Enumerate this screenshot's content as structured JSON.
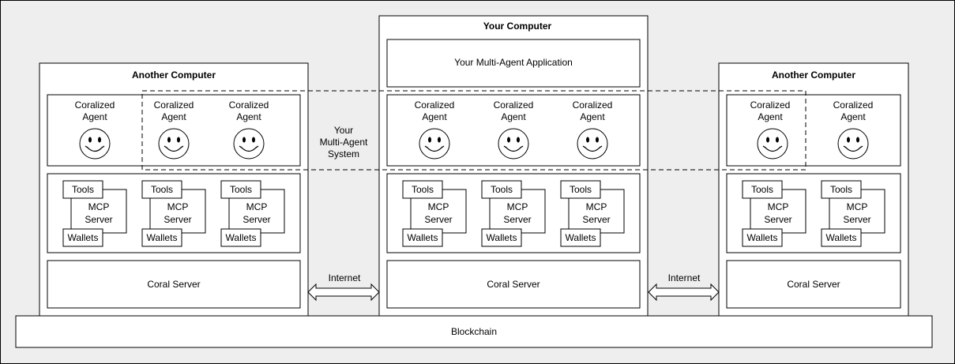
{
  "colors": {
    "background": "#eeeeee",
    "box_fill": "#ffffff",
    "stroke": "#000000"
  },
  "computers": {
    "left": {
      "title": "Another Computer"
    },
    "center": {
      "title": "Your Computer",
      "application": "Your Multi-Agent Application"
    },
    "right": {
      "title": "Another Computer"
    }
  },
  "agent": {
    "line1": "Coralized",
    "line2": "Agent",
    "icon": "smiley-face-icon"
  },
  "mcp": {
    "tools": "Tools",
    "server_line1": "MCP",
    "server_line2": "Server",
    "wallets": "Wallets"
  },
  "coral_server": "Coral Server",
  "internet": "Internet",
  "multi_agent_system": {
    "line1": "Your",
    "line2": "Multi-Agent",
    "line3": "System"
  },
  "blockchain": "Blockchain"
}
